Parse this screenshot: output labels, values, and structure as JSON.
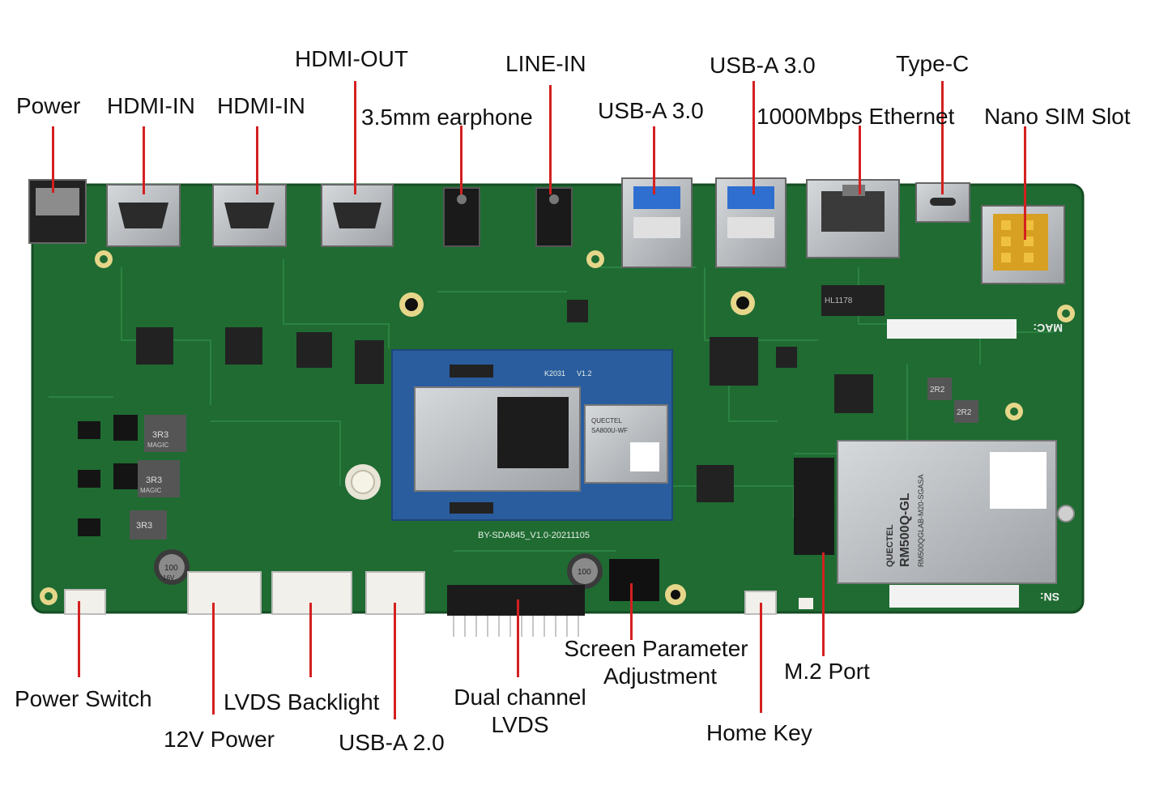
{
  "colors": {
    "board": "#1f6b32",
    "board_edge": "#154d23",
    "trace": "#2f8a45",
    "leader_line": "#d42020",
    "module": "#2a5d9e",
    "metal": "#b8bcc0",
    "chip": "#222222",
    "connector_white": "#f2f0ea",
    "usb_blue": "#2f6fd0"
  },
  "labels": {
    "power": "Power",
    "hdmi_in_1": "HDMI-IN",
    "hdmi_in_2": "HDMI-IN",
    "hdmi_out": "HDMI-OUT",
    "earphone": "3.5mm earphone",
    "line_in": "LINE-IN",
    "usb_a3_1": "USB-A 3.0",
    "usb_a3_2": "USB-A 3.0",
    "ethernet": "1000Mbps Ethernet",
    "type_c": "Type-C",
    "nano_sim": "Nano SIM Slot",
    "power_switch": "Power Switch",
    "v12_power": "12V Power",
    "lvds_backlight": "LVDS Backlight",
    "usb_a2": "USB-A 2.0",
    "dual_lvds_1": "Dual channel",
    "dual_lvds_2": "LVDS",
    "screen_param_1": "Screen Parameter",
    "screen_param_2": "Adjustment",
    "m2_port": "M.2 Port",
    "home_key": "Home Key"
  },
  "board_text": {
    "board_id": "BY-SDA845_V1.0-20211105",
    "module_id": "K2031",
    "module_ver": "V1.2",
    "wifi_brand": "QUECTEL",
    "wifi_model": "SA800U-WF",
    "modem_brand": "QUECTEL",
    "modem_model": "RM500Q-GL",
    "modem_code": "RM500QGLAB-M20-SGASA",
    "mac_label": "MAC:",
    "sn_label": "SN:",
    "inductor_1": "3R3",
    "inductor_2": "3R3",
    "inductor_3": "3R3",
    "inductor_4": "2R2",
    "inductor_5": "2R2",
    "cap_1": "100",
    "cap_2": "100",
    "cap_mark": "16V",
    "chip_mark": "HL1178",
    "magic_1": "MAGIC",
    "magic_2": "MAGIC"
  }
}
